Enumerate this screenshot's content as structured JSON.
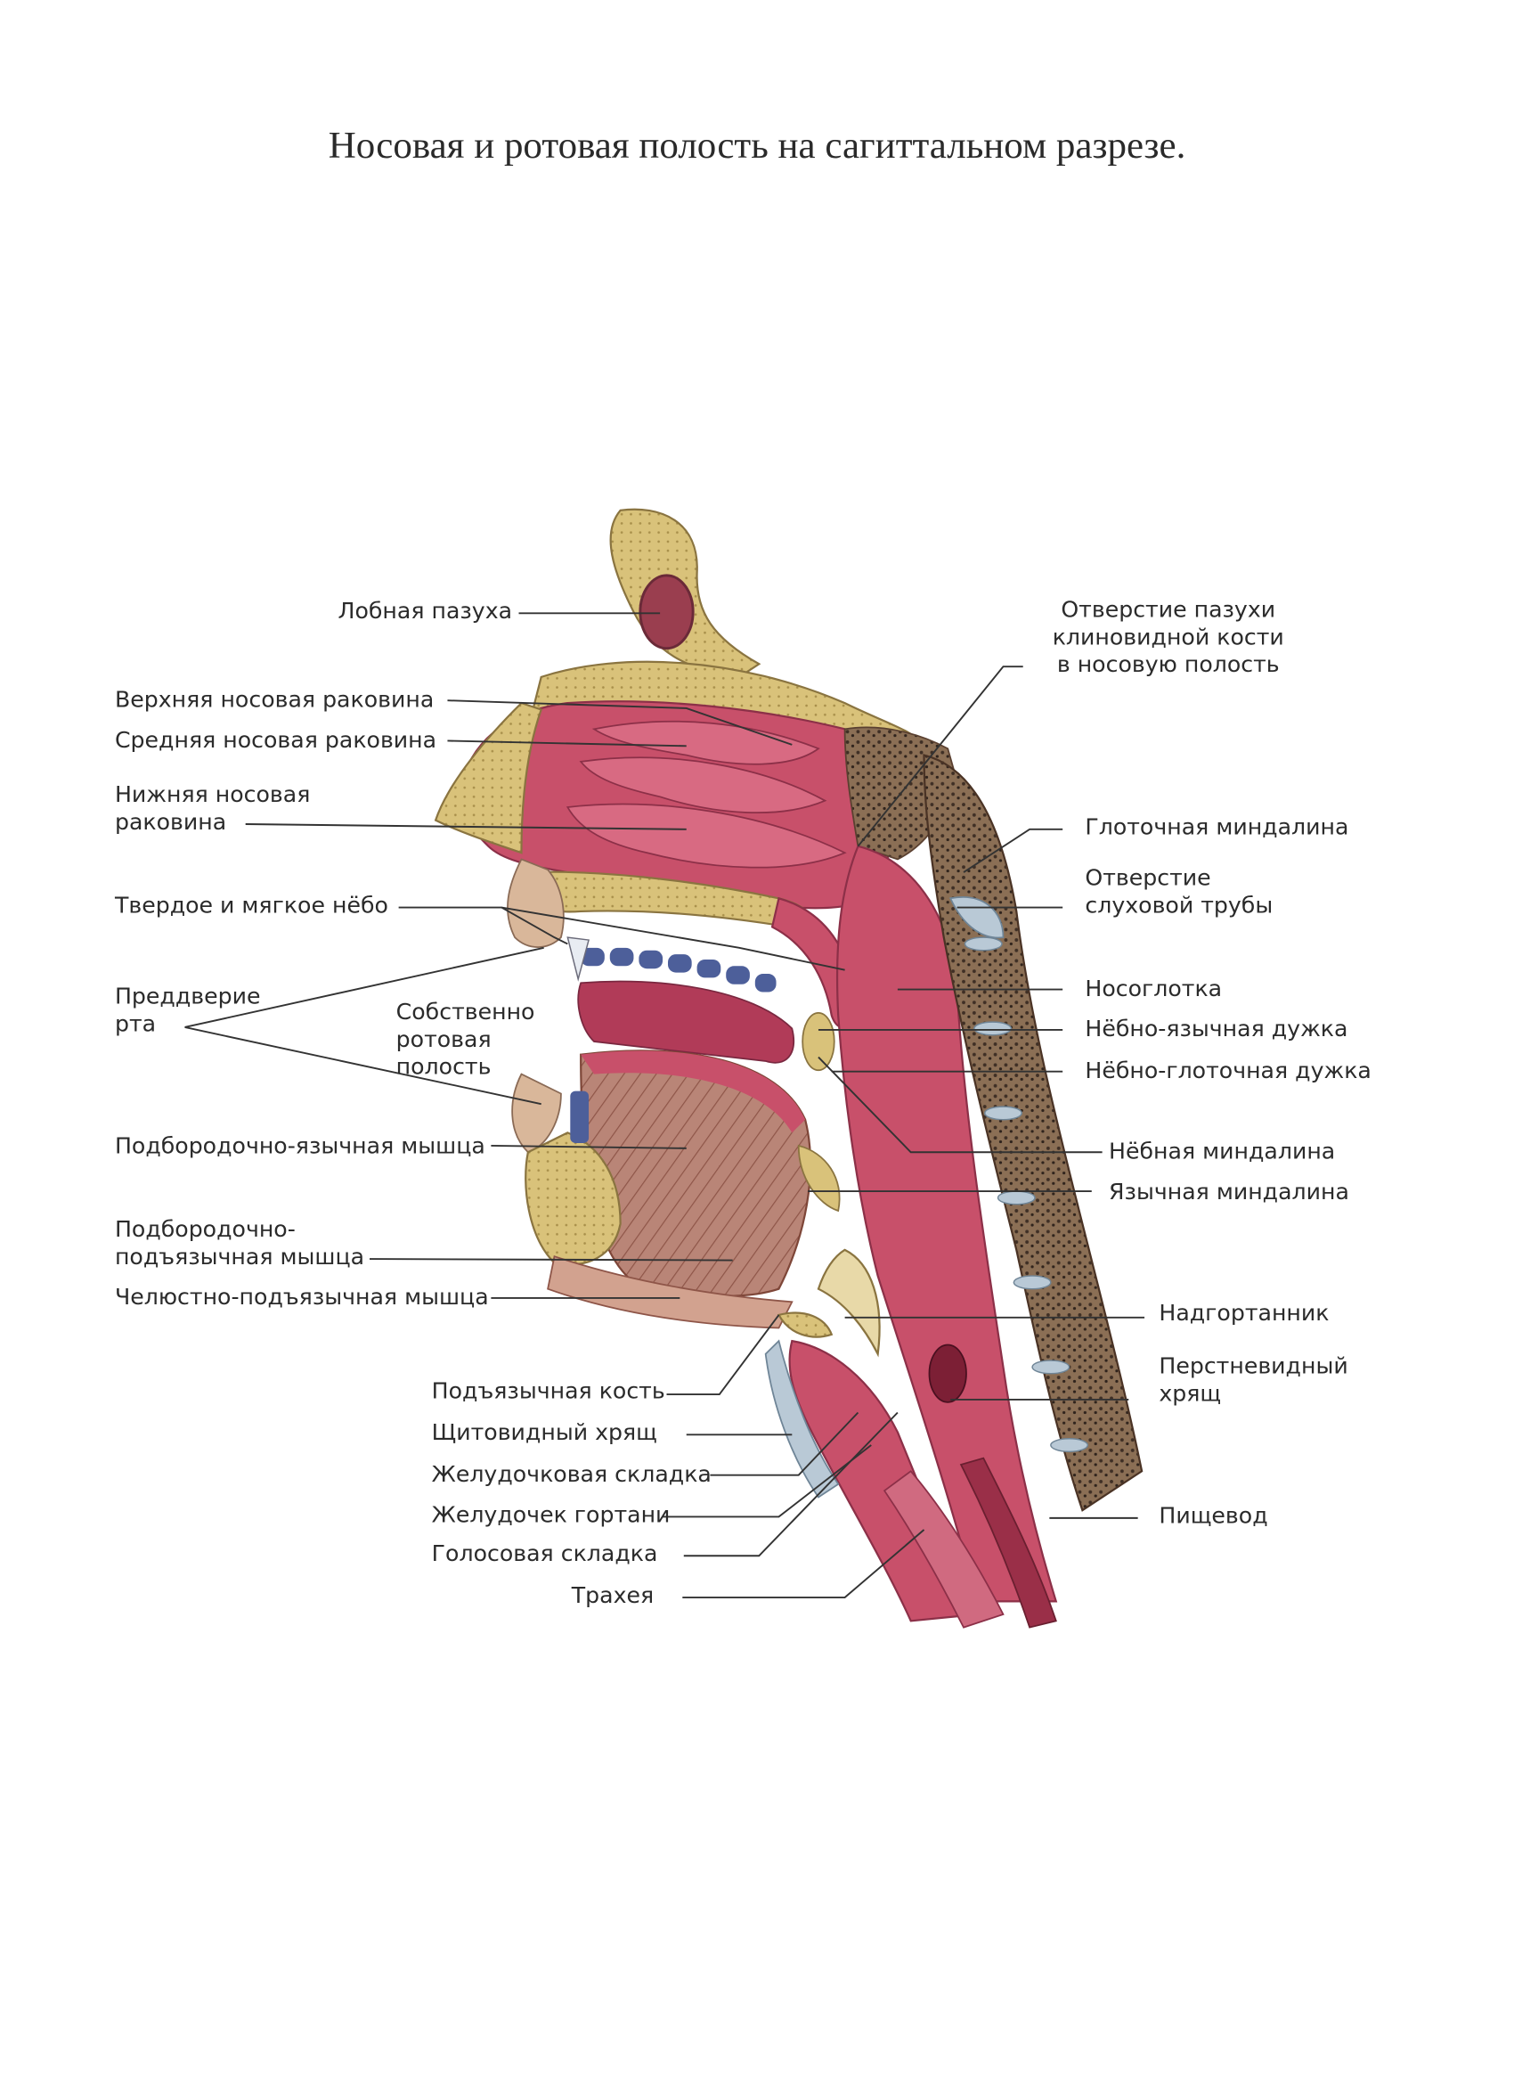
{
  "title": "Носовая и ротовая полость на сагиттальном разрезе.",
  "colors": {
    "mucosa": "#c8506a",
    "mucosa_dark": "#a53a55",
    "bone": "#d9c27a",
    "bone_marrow": "#7a6048",
    "cartilage": "#b9c9d6",
    "tongue_muscle": "#b98577",
    "teeth": "#4d5f9a",
    "leader_line": "#333333"
  },
  "labels": {
    "frontal_sinus": "Лобная пазуха",
    "superior_concha": "Верхняя носовая раковина",
    "middle_concha": "Средняя носовая раковина",
    "inferior_concha": "Нижняя носовая\nраковина",
    "palate": "Твердое и мягкое нёбо",
    "oral_vestibule": "Преддверие\nрта",
    "oral_cavity_proper": "Собственно\nротовая\nполость",
    "genioglossus": "Подбородочно-язычная мышца",
    "geniohyoid": "Подбородочно-\nподъязычная мышца",
    "mylohyoid": "Челюстно-подъязычная мышца",
    "hyoid_bone": "Подъязычная кость",
    "thyroid_cartilage": "Щитовидный хрящ",
    "ventricular_fold": "Желудочковая складка",
    "laryngeal_ventricle": "Желудочек гортани",
    "vocal_fold": "Голосовая складка",
    "trachea": "Трахея",
    "sphenoid_aperture": "Отверстие пазухи\nклиновидной кости\nв носовую полость",
    "pharyngeal_tonsil": "Глоточная миндалина",
    "auditory_tube_opening": "Отверстие\nслуховой трубы",
    "nasopharynx": "Носоглотка",
    "palatoglossal_arch": "Нёбно-язычная дужка",
    "palatopharyngeal_arch": "Нёбно-глоточная дужка",
    "palatine_tonsil": "Нёбная миндалина",
    "lingual_tonsil": "Язычная миндалина",
    "epiglottis": "Надгортанник",
    "cricoid_cartilage": "Перстневидный\nхрящ",
    "esophagus": "Пищевод"
  }
}
